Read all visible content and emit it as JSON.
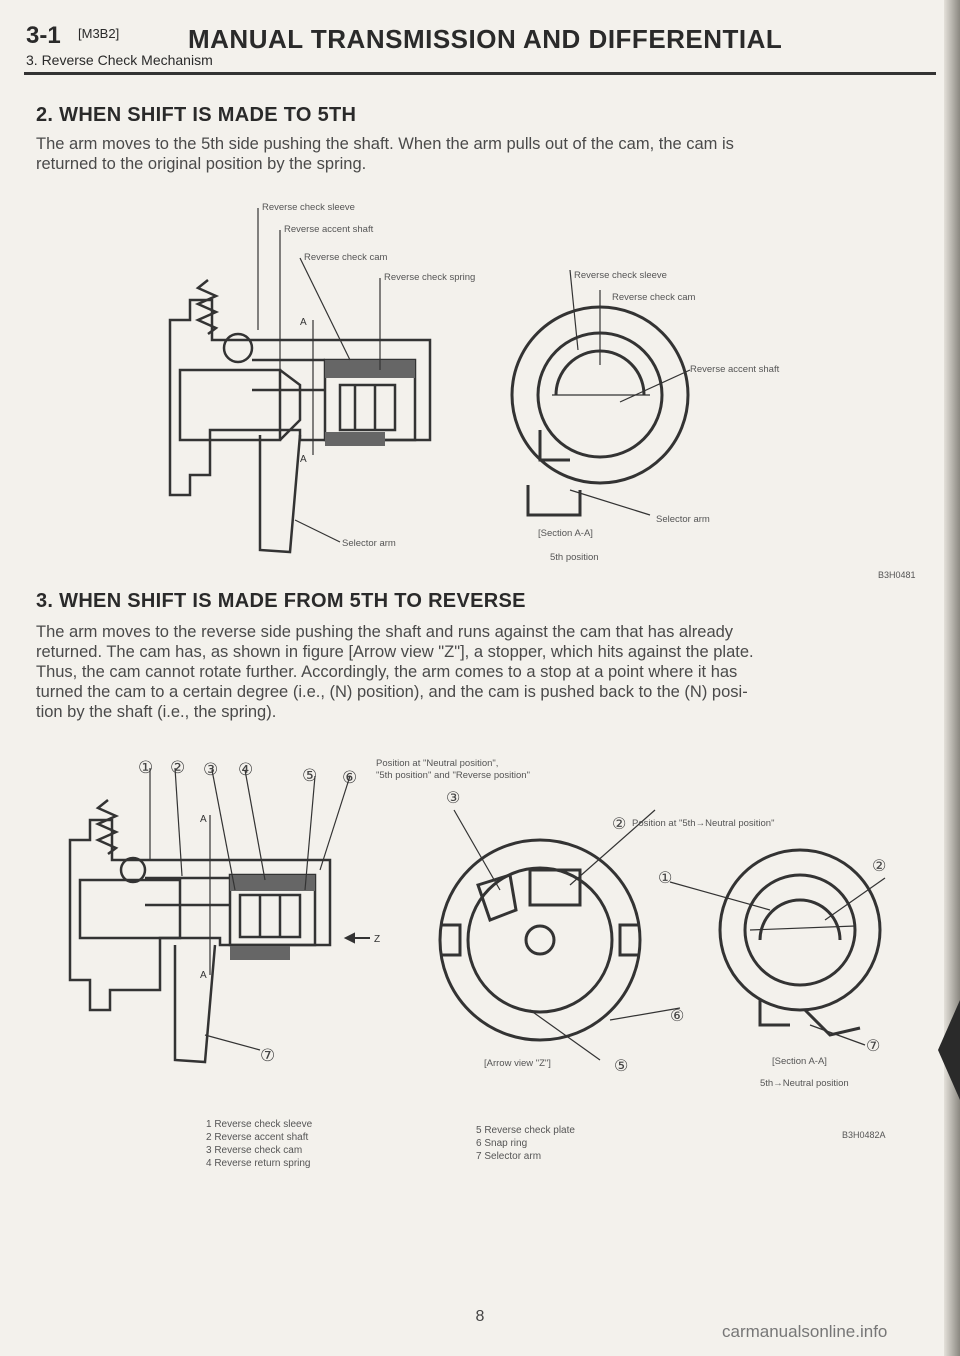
{
  "header": {
    "section_number": "3-1",
    "model_code": "[M3B2]",
    "title": "MANUAL TRANSMISSION AND DIFFERENTIAL",
    "subtitle": "3. Reverse Check Mechanism"
  },
  "section2": {
    "title": "2. WHEN SHIFT IS MADE TO 5TH",
    "paragraph_lines": [
      "The arm moves to the 5th side pushing the shaft. When the arm pulls out of the cam, the cam is",
      "returned to the original position by the spring."
    ],
    "labels": {
      "sleeve": "Reverse check sleeve",
      "accent_shaft": "Reverse accent shaft",
      "cam": "Reverse check cam",
      "spring": "Reverse check spring",
      "selector_arm": "Selector arm",
      "r_sleeve": "Reverse check sleeve",
      "r_cam": "Reverse check cam",
      "r_accent_shaft": "Reverse accent shaft",
      "r_selector_arm": "Selector arm",
      "section_aa": "[Section A-A]",
      "position": "5th position",
      "marker_a": "A"
    },
    "figure_code": "B3H0481"
  },
  "section3": {
    "title": "3. WHEN SHIFT IS MADE FROM 5TH TO REVERSE",
    "paragraph_lines": [
      "The arm moves to the reverse side pushing the shaft and runs against the cam that has already",
      "returned. The cam has, as shown in figure [Arrow view \"Z\"], a stopper, which hits against the plate.",
      "Thus, the cam cannot rotate further. Accordingly, the arm comes to a stop at a point where it has",
      "turned the cam to a certain degree (i.e., (N) position), and the cam is pushed back to the (N) posi-",
      "tion by the shaft (i.e., the spring)."
    ],
    "callouts": [
      "①",
      "②",
      "③",
      "④",
      "⑤",
      "⑥",
      "⑦"
    ],
    "label_positions": "Position at \"Neutral position\",",
    "label_positions_2": "\"5th position\" and \"Reverse position\"",
    "label_5th_neutral": "Position at \"5th→Neutral position\"",
    "arrow_z": "Z",
    "arrow_view": "[Arrow view \"Z\"]",
    "section_aa": "[Section A-A]",
    "position": "5th→Neutral position",
    "marker_a": "A",
    "legend_left": [
      "1  Reverse check sleeve",
      "2  Reverse accent shaft",
      "3  Reverse check cam",
      "4  Reverse return spring"
    ],
    "legend_right": [
      "5  Reverse check plate",
      "6  Snap ring",
      "7  Selector arm"
    ],
    "figure_code": "B3H0482A"
  },
  "footer": {
    "page_number": "8",
    "watermark": "carmanualsonline.info"
  }
}
